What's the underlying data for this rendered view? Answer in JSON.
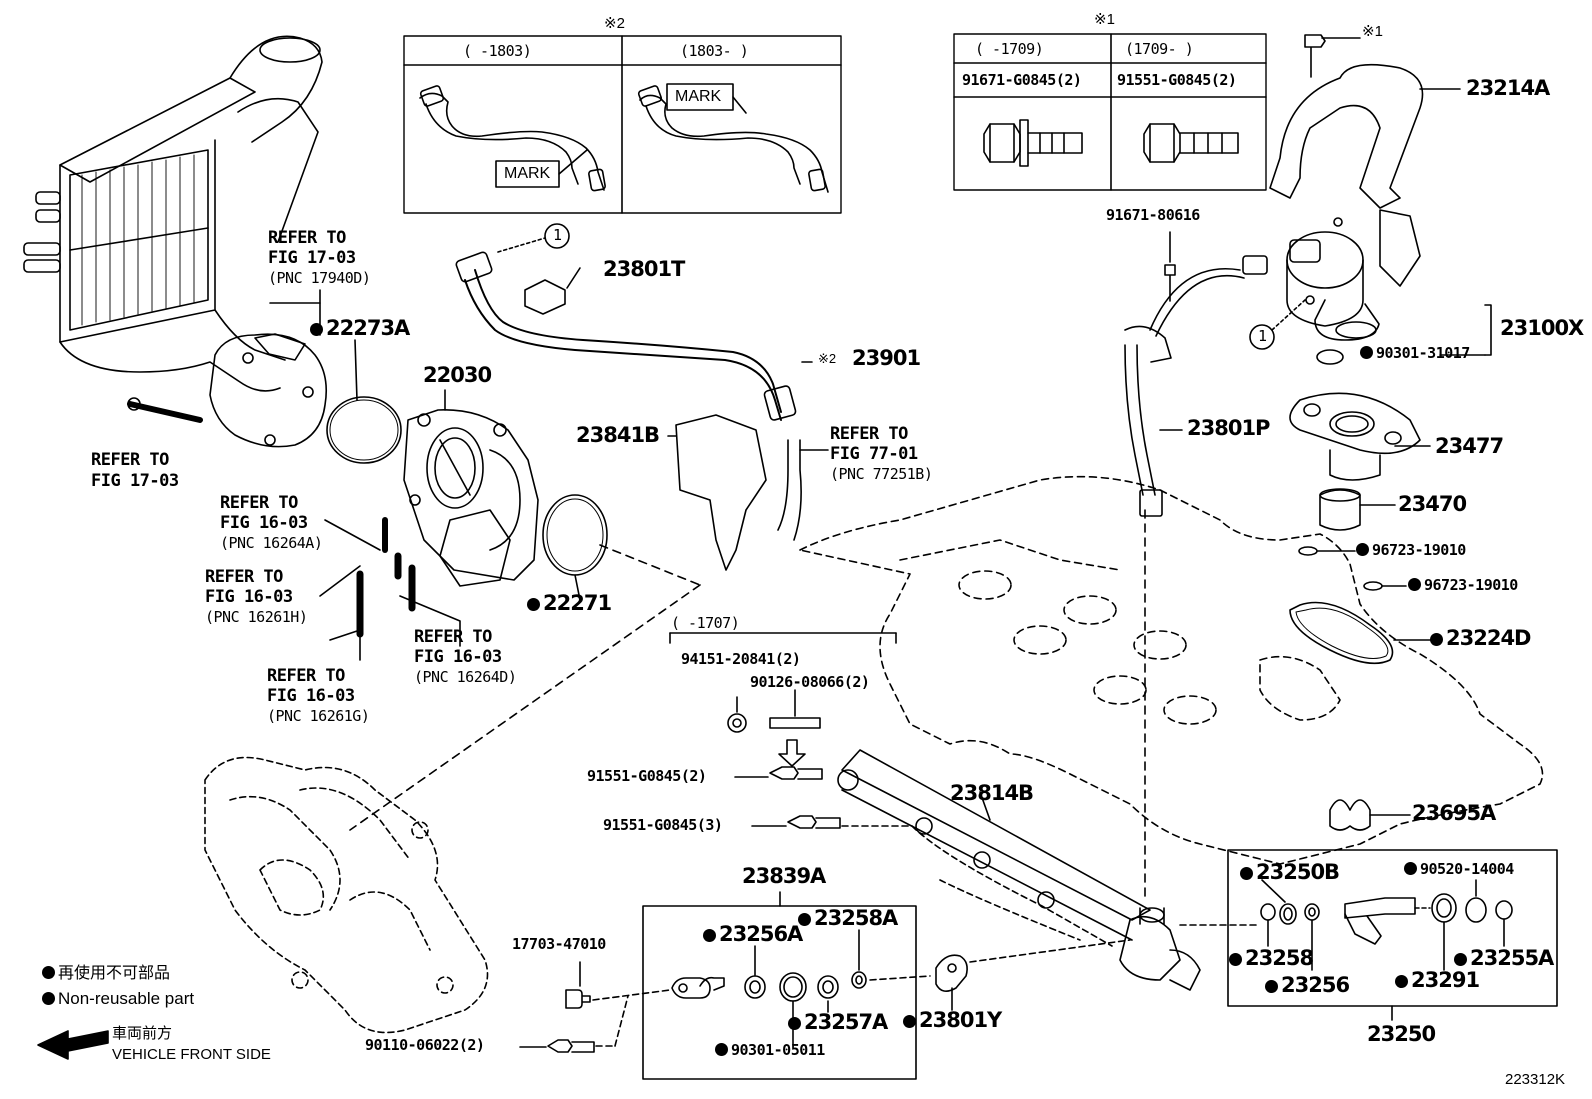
{
  "inset_2": {
    "header": "※2",
    "col1": "(     -1803)",
    "col2": "(1803-     )",
    "mark1": "MARK",
    "mark2": "MARK"
  },
  "inset_1": {
    "header": "※1",
    "col1": "(     -1709)",
    "col2": "(1709-     )",
    "part1": "91671-G0845(2)",
    "part2": "91551-G0845(2)"
  },
  "callout_circle": "1",
  "refs": {
    "r1": [
      "REFER TO",
      "FIG 17-03",
      "(PNC 17940D)"
    ],
    "r2": [
      "REFER TO",
      "FIG 17-03"
    ],
    "r3": [
      "REFER TO",
      "FIG 16-03",
      "(PNC 16264A)"
    ],
    "r4": [
      "REFER TO",
      "FIG 16-03",
      "(PNC 16261H)"
    ],
    "r5": [
      "REFER TO",
      "FIG 16-03",
      "(PNC 16264D)"
    ],
    "r6": [
      "REFER TO",
      "FIG 16-03",
      "(PNC 16261G)"
    ],
    "r7": [
      "REFER TO",
      "FIG 77-01",
      "(PNC 77251B)"
    ]
  },
  "parts": {
    "p22273A": "22273A",
    "p22030": "22030",
    "p22271": "22271",
    "p23801T": "23801T",
    "p23901": "23901",
    "p23901_note": "※2",
    "p23841B": "23841B",
    "p23214A": "23214A",
    "p23214A_note": "※1",
    "p91671_80616": "91671-80616",
    "p23100X": "23100X",
    "p90301_31017": "90301-31017",
    "p23801P": "23801P",
    "p23477": "23477",
    "p23470": "23470",
    "p96723a": "96723-19010",
    "p96723b": "96723-19010",
    "p23224D": "23224D",
    "p23695A": "23695A",
    "range_1707": "(     -1707)",
    "p94151": "94151-20841(2)",
    "p90126": "90126-08066(2)",
    "p91551a": "91551-G0845(2)",
    "p91551b": "91551-G0845(3)",
    "p23814B": "23814B",
    "p23839A": "23839A",
    "p23256A": "23256A",
    "p23258A": "23258A",
    "p23257A": "23257A",
    "p90301_05011": "90301-05011",
    "p17703": "17703-47010",
    "p90110": "90110-06022(2)",
    "p23801Y": "23801Y",
    "p23250B": "23250B",
    "p90520": "90520-14004",
    "p23258": "23258",
    "p23256": "23256",
    "p23291": "23291",
    "p23255A": "23255A",
    "p23250": "23250"
  },
  "legend": {
    "jp": "再使用不可部品",
    "en": "Non-reusable part",
    "front_jp": "車両前方",
    "front_en": "VEHICLE FRONT SIDE"
  },
  "figure_id": "223312K"
}
